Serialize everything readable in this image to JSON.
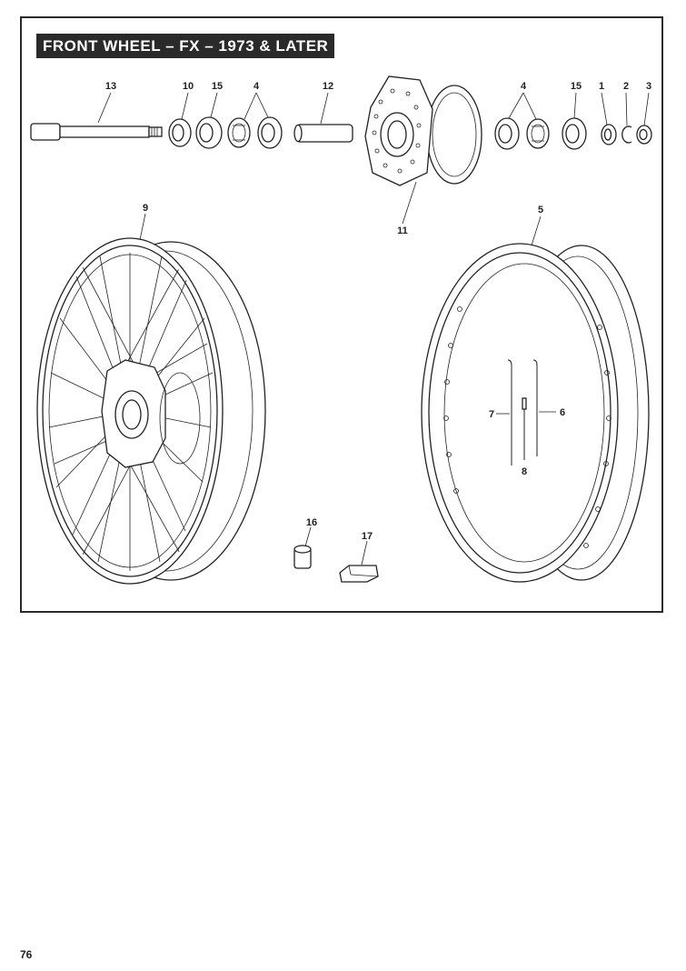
{
  "diagram": {
    "title": "FRONT WHEEL – FX – 1973 & LATER",
    "callouts": {
      "c1": "1",
      "c2": "2",
      "c3": "3",
      "c4a": "4",
      "c4b": "4",
      "c5": "5",
      "c6": "6",
      "c7": "7",
      "c8": "8",
      "c9": "9",
      "c10": "10",
      "c11": "11",
      "c12": "12",
      "c13": "13",
      "c15a": "15",
      "c15b": "15",
      "c16": "16",
      "c17": "17"
    }
  },
  "page": {
    "number": "76"
  }
}
